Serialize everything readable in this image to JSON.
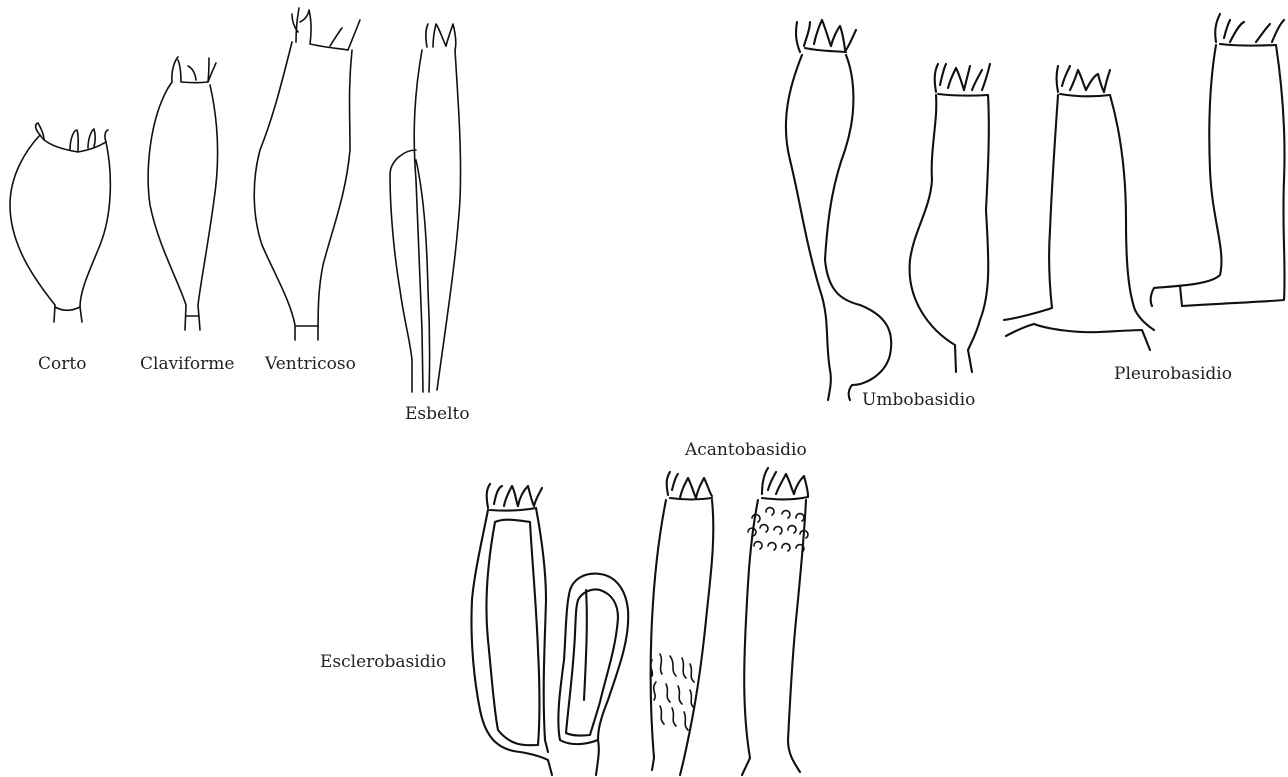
{
  "labels": {
    "corto": "Corto",
    "claviforme": "Claviforme",
    "ventricoso": "Ventricoso",
    "esbelto": "Esbelto",
    "umbobasidio": "Umbobasidio",
    "pleurobasidio": "Pleurobasidio",
    "acantobasidio": "Acantobasidio",
    "esclerobasidio": "Esclerobasidio"
  },
  "colors": {
    "stroke": "#111111",
    "label": "#222222",
    "background": "#ffffff"
  }
}
